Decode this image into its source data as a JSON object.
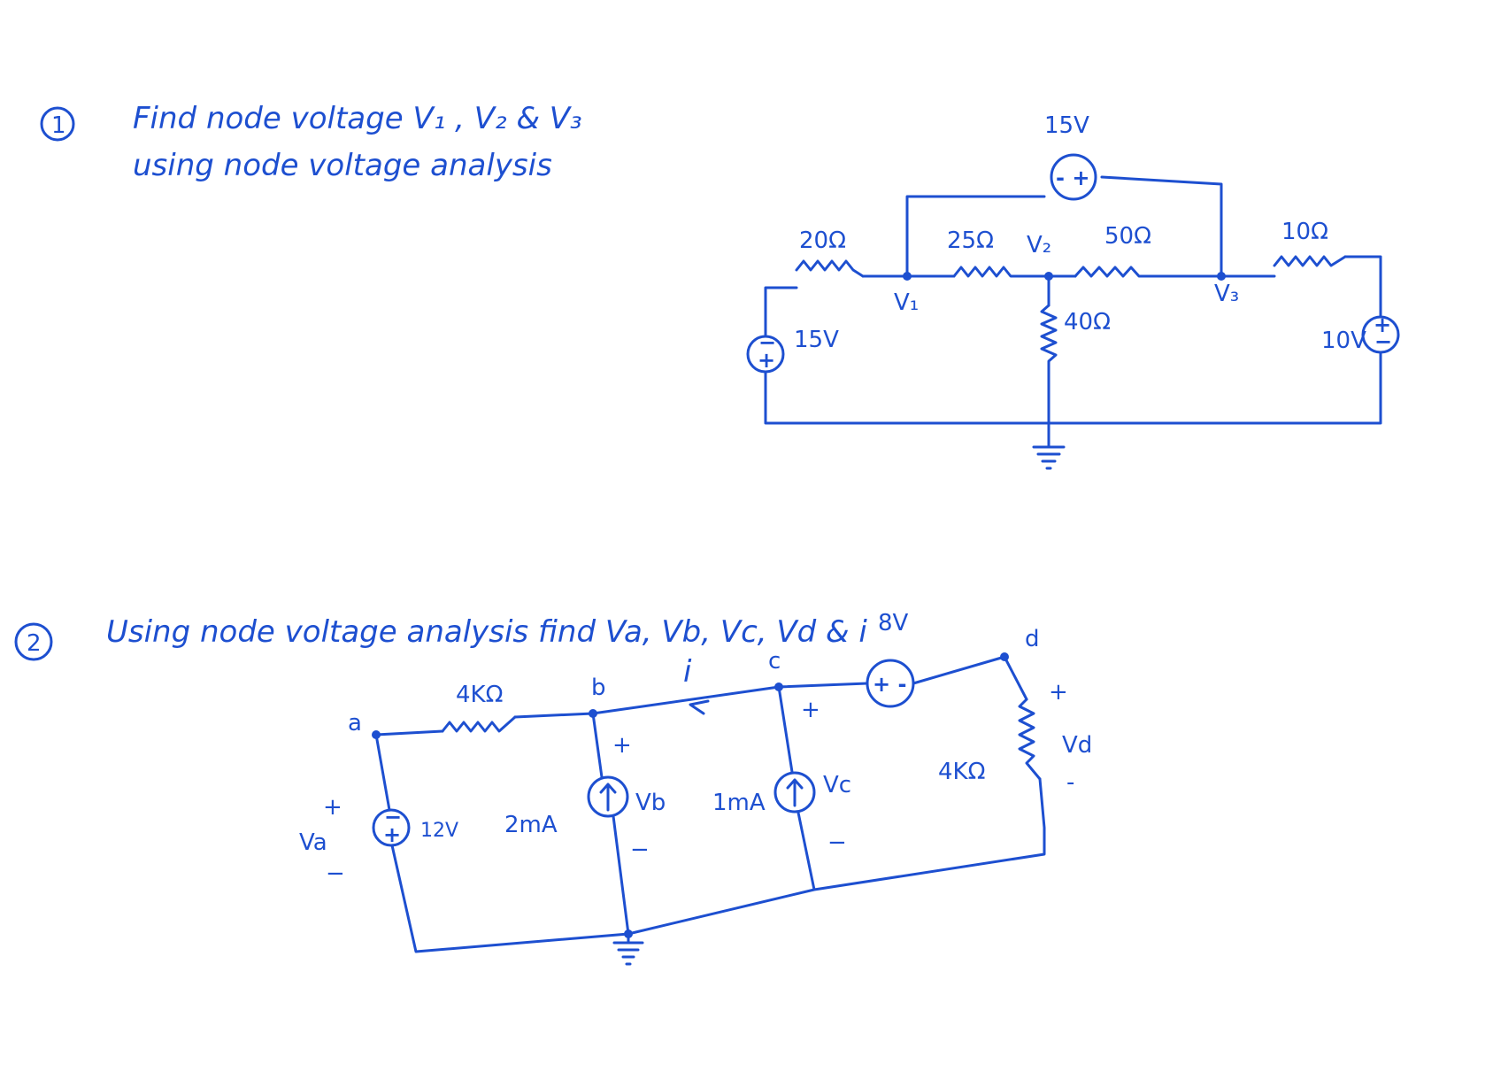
{
  "problem1": {
    "number": "1",
    "line1": "Find node  voltage  V₁ , V₂ & V₃",
    "line2": "using node voltage analysis",
    "labels": {
      "top_source": "15V",
      "r20": "20Ω",
      "r25": "25Ω",
      "r50": "50Ω",
      "r10": "10Ω",
      "r40": "40Ω",
      "left_source": "15V",
      "right_source": "10V",
      "node_v1": "V₁",
      "node_v2": "V₂",
      "node_v3": "V₃"
    }
  },
  "problem2": {
    "number": "2",
    "line1": "Using node voltage analysis find  Va, Vb, Vc, Vd & i",
    "labels": {
      "dep_source": "8V",
      "r_ab": "4KΩ",
      "r_d": "4KΩ",
      "node_a": "a",
      "node_b": "b",
      "node_c": "c",
      "node_d": "d",
      "current_i": "i",
      "source_va": "12V",
      "source_2ma": "2mA",
      "source_1ma": "1mA",
      "va_plus": "+",
      "va_label": "Va",
      "va_minus": "−",
      "vb_plus": "+",
      "vb_label": "Vb",
      "vb_minus": "−",
      "vc_plus": "+",
      "vc_label": "Vc",
      "vc_minus": "−",
      "vd_plus": "+",
      "vd_label": "Vd",
      "vd_minus": "-"
    }
  },
  "colors": {
    "ink": "#1d4fd0",
    "paper": "#ffffff"
  }
}
